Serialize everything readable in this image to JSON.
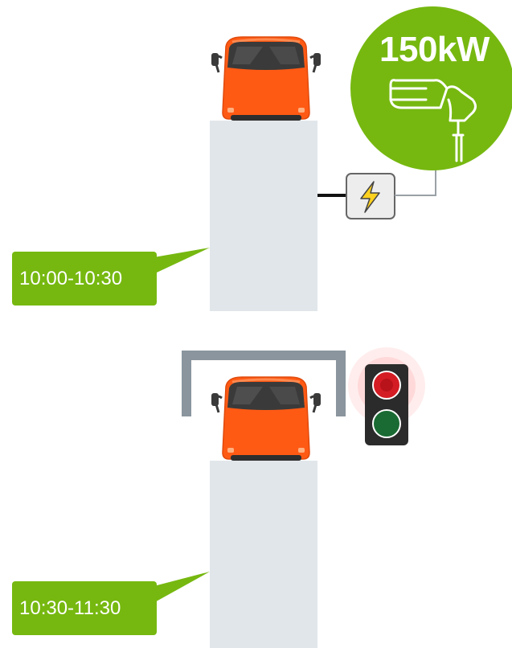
{
  "charger": {
    "power_label": "150kW",
    "color": "#76b810"
  },
  "slots": [
    {
      "time": "10:00-10:30",
      "label_color": "#76b810"
    },
    {
      "time": "10:30-11:30",
      "label_color": "#76b810"
    }
  ],
  "bus": {
    "body_color": "#ff5a14",
    "windshield_color": "#3d3d3d"
  },
  "lane_color": "#e1e6ea",
  "traffic_light": {
    "active": "red",
    "red_color": "#d41c24",
    "green_color": "#1a6b33"
  },
  "icons": [
    "bus-icon",
    "charging-plug-icon",
    "lightning-icon",
    "traffic-light-icon"
  ]
}
